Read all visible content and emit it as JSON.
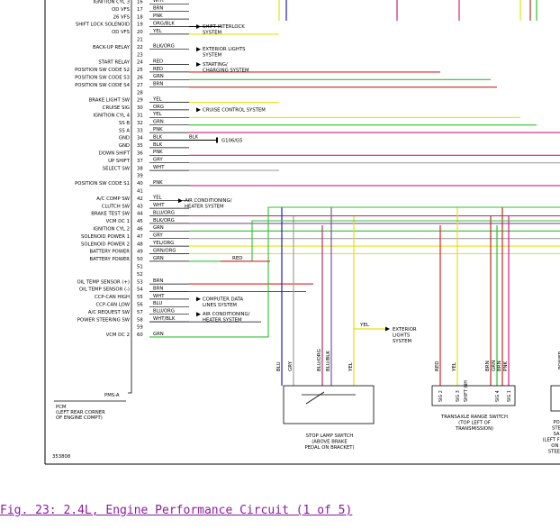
{
  "pcm_pins": [
    {
      "pin": "16",
      "label": "IGNITION CYL 3",
      "wire": "WHT",
      "color": "#000000"
    },
    {
      "pin": "17",
      "label": "OD VFS",
      "wire": "BRN",
      "color": "#000000"
    },
    {
      "pin": "18",
      "label": "26 VFS",
      "wire": "PNK",
      "color": "#000000"
    },
    {
      "pin": "19",
      "label": "SHIFT LOCK SOLENOID",
      "wire": "ORG/BLK",
      "color": "#e8e010"
    },
    {
      "pin": "20",
      "label": "OD VFS",
      "wire": "YEL",
      "color": "#e8e010"
    },
    {
      "pin": "21",
      "label": "",
      "wire": "",
      "color": ""
    },
    {
      "pin": "22",
      "label": "BACK-UP RELAY",
      "wire": "BLK/ORG",
      "color": "#000000"
    },
    {
      "pin": "23",
      "label": "",
      "wire": "",
      "color": ""
    },
    {
      "pin": "24",
      "label": "START RELAY",
      "wire": "RED",
      "color": "#000000"
    },
    {
      "pin": "25",
      "label": "POSITION SW CODE S2",
      "wire": "RED",
      "color": "#e02020"
    },
    {
      "pin": "26",
      "label": "POSITION SW CODE S3",
      "wire": "GRN",
      "color": "#30c030"
    },
    {
      "pin": "27",
      "label": "POSITION SW CODE S4",
      "wire": "BRN",
      "color": "#b03020"
    },
    {
      "pin": "28",
      "label": "",
      "wire": "",
      "color": ""
    },
    {
      "pin": "29",
      "label": "BRAKE LIGHT SW",
      "wire": "YEL",
      "color": "#e8e010"
    },
    {
      "pin": "30",
      "label": "CRUISE SIG",
      "wire": "ORG",
      "color": "#000000"
    },
    {
      "pin": "31",
      "label": "IGNITION CYL 4",
      "wire": "YEL",
      "color": "#e8e010"
    },
    {
      "pin": "32",
      "label": "SS B",
      "wire": "GRN",
      "color": "#30c030"
    },
    {
      "pin": "33",
      "label": "SS A",
      "wire": "PNK",
      "color": "#d02080"
    },
    {
      "pin": "34",
      "label": "GND",
      "wire": "BLK",
      "color": "#000000"
    },
    {
      "pin": "35",
      "label": "GND",
      "wire": "BLK",
      "color": "#000000"
    },
    {
      "pin": "36",
      "label": "DOWN SHIFT",
      "wire": "PNK",
      "color": "#d02080"
    },
    {
      "pin": "37",
      "label": "UP SHIFT",
      "wire": "GRY",
      "color": "#a0a0a0"
    },
    {
      "pin": "38",
      "label": "SELECT SW",
      "wire": "WHT",
      "color": "#a0a0a0"
    },
    {
      "pin": "39",
      "label": "",
      "wire": "",
      "color": ""
    },
    {
      "pin": "40",
      "label": "POSITION SW CODE S1",
      "wire": "PNK",
      "color": "#d02080"
    },
    {
      "pin": "41",
      "label": "",
      "wire": "",
      "color": ""
    },
    {
      "pin": "42",
      "label": "A/C COMP SW",
      "wire": "YEL",
      "color": "#000000"
    },
    {
      "pin": "43",
      "label": "CLUTCH SW",
      "wire": "WHT",
      "color": "#000000"
    },
    {
      "pin": "44",
      "label": "BRAKE TEST SW",
      "wire": "BLU/ORG",
      "color": "#b03060"
    },
    {
      "pin": "45",
      "label": "VCM DC 1",
      "wire": "BLK/ORG",
      "color": "#8050a0"
    },
    {
      "pin": "46",
      "label": "IGNITION CYL 2",
      "wire": "GRN",
      "color": "#30c030"
    },
    {
      "pin": "47",
      "label": "SOLENOID POWER 1",
      "wire": "GRY",
      "color": "#a0a0a0"
    },
    {
      "pin": "48",
      "label": "SOLENOID POWER 2",
      "wire": "YEL/ORG",
      "color": "#e8e010"
    },
    {
      "pin": "49",
      "label": "BATTERY POWER",
      "wire": "GRN/ORG",
      "color": "#e8e010"
    },
    {
      "pin": "50",
      "label": "BATTERY POWER",
      "wire": "GRN",
      "color": "#30c030"
    },
    {
      "pin": "51",
      "label": "",
      "wire": "",
      "color": ""
    },
    {
      "pin": "52",
      "label": "",
      "wire": "",
      "color": ""
    },
    {
      "pin": "53",
      "label": "OIL TEMP SENSOR (+)",
      "wire": "BRN",
      "color": "#e02020"
    },
    {
      "pin": "54",
      "label": "OIL TEMP SENSOR (-)",
      "wire": "BRN",
      "color": "#e02020"
    },
    {
      "pin": "55",
      "label": "CCP-CAN HIGH",
      "wire": "WHT",
      "color": "#000000"
    },
    {
      "pin": "56",
      "label": "CCP-CAN LOW",
      "wire": "BLU",
      "color": "#000000"
    },
    {
      "pin": "57",
      "label": "A/C REQUEST SW",
      "wire": "BLU/ORG",
      "color": "#000000"
    },
    {
      "pin": "58",
      "label": "POWER STEERING SW",
      "wire": "WHT/BLK",
      "color": "#000000"
    },
    {
      "pin": "59",
      "label": "",
      "wire": "",
      "color": ""
    },
    {
      "pin": "60",
      "label": "VCM DC 2",
      "wire": "GRN",
      "color": "#30c030"
    }
  ],
  "connector_id": "PMS-A",
  "pcm_title": "PCM",
  "pcm_location": "(LEFT REAR CORNER\nOF ENGINE COMPT)",
  "systems": {
    "shift_interlock": "SHIFT INTERLOCK\nSYSTEM",
    "exterior_lights": "EXTERIOR LIGHTS\nSYSTEM",
    "starting": "STARTING/\nCHARGING SYSTEM",
    "cruise": "CRUISE CONTROL SYSTEM",
    "ac": "AIR CONDITIONING/\nHEATER SYSTEM",
    "computer_data": "COMPUTER DATA\nLINES SYSTEM",
    "ac2": "AIR CONDITIONING/\nHEATER SYSTEM",
    "exterior_lights2": "EXTERIOR\nLIGHTS\nSYSTEM"
  },
  "ground": {
    "wire": "BLK",
    "label": "G106/G5"
  },
  "battery_wire": "RED",
  "exterior_wire": "YEL",
  "bottom_wires": [
    {
      "label": "BLU",
      "color": "#2020c0"
    },
    {
      "label": "GRY",
      "color": "#a0a0a0"
    },
    {
      "label": "BLU/ORG",
      "color": "#b03060"
    },
    {
      "label": "BLU/BLK",
      "color": "#8050a0"
    },
    {
      "label": "YEL",
      "color": "#e8e010"
    },
    {
      "label": "RED",
      "color": "#e02020"
    },
    {
      "label": "YEL",
      "color": "#e8e010"
    },
    {
      "label": "BRN",
      "color": "#b03020"
    },
    {
      "label": "GRN",
      "color": "#30c030"
    },
    {
      "label": "BRN",
      "color": "#b03020"
    },
    {
      "label": "PNK",
      "color": "#d02080"
    }
  ],
  "stop_lamp_switch": "STOP LAMP SWITCH\n(ABOVE BRAKE\nPEDAL ON BRACKET)",
  "range_switch": "TRANSAXLE RANGE SWITCH\n(TOP LEFT OF\nTRANSMISSION)",
  "range_pins": [
    "SIG 2",
    "SIG 3",
    "SHIFT INH",
    "SIG 4",
    "SIG 1"
  ],
  "right_clip": "PO\nSTE\nSA\n(LEFT FRON\nON I\nSTEERI",
  "right_clip_top": "POWER",
  "figure_id": "353808",
  "caption": "Fig. 23: 2.4L, Engine Performance Circuit (1 of 5)"
}
